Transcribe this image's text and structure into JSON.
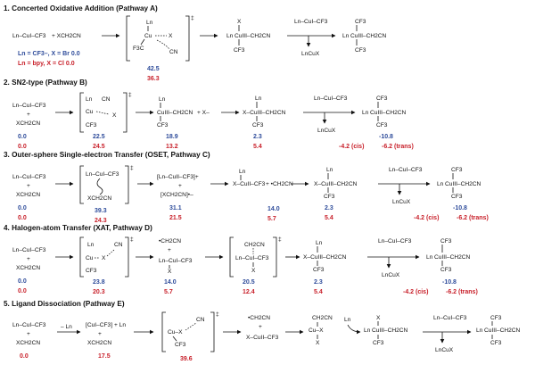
{
  "sections": [
    {
      "id": "A",
      "title": "1. Concerted Oxidative Addition (Pathway A)"
    },
    {
      "id": "B",
      "title": "2. SN2-type (Pathway B)"
    },
    {
      "id": "C",
      "title": "3. Outer-sphere Single-electron Transfer (OSET, Pathway C)"
    },
    {
      "id": "D",
      "title": "4. Halogen-atom Transfer (XAT, Pathway D)"
    },
    {
      "id": "E",
      "title": "5. Ligand Dissociation (Pathway E)"
    }
  ],
  "chem": {
    "LnCuCF3": "Ln–CuI–CF3",
    "plusXCH2CN": "+  XCH2CN",
    "XCH2CN": "XCH2CN",
    "plus": "+",
    "Ln": "Ln",
    "Cu": "Cu",
    "CuIII": "CuIII",
    "CuII": "CuII",
    "X": "X",
    "CN": "CN",
    "CF3": "CF3",
    "F3C": "F3C",
    "dagger": "‡",
    "dots": "···",
    "CH2CN": "–CH2CN",
    "CH2CNplain": "CH2CN",
    "CuIIICH2CN": "CuIII–CH2CN",
    "XCuIIICH2CN": "X–CuIII–CH2CN",
    "XCuII": "X–CuII–CF3",
    "Xminus": "+  X–",
    "LnCuX": "LnCuX",
    "LnCuIICF3": "[Ln–CuII–CF3]+",
    "XCH2CNrad": "[XCH2CN]•–",
    "radCH2CN": "•CH2CN",
    "plusRadCH2CN": "+  •CH2CN",
    "minusLn": "– Ln",
    "CuCF3minus": "[CuI–CF3]",
    "plusLn": "+  Ln",
    "CuX": "Cu–X",
    "LnCuCF3b": "Ln–CuI–CF3"
  },
  "legend": {
    "blue": "Ln = CF3–, X = Br  0.0",
    "red": "Ln = bpy,  X = Cl  0.0"
  },
  "energies": {
    "A": {
      "ts": {
        "blue": "42.5",
        "red": "36.3"
      }
    },
    "B": {
      "start": {
        "blue": "0.0",
        "red": "0.0"
      },
      "ts": {
        "blue": "22.5",
        "red": "24.5"
      },
      "int": {
        "blue": "18.9",
        "red": "13.2"
      },
      "prod": {
        "blue": "2.3",
        "red": "5.4"
      },
      "final": {
        "blue": "-10.8",
        "red_cis": "-4.2 (cis)",
        "red_trans": "-6.2 (trans)"
      }
    },
    "C": {
      "start": {
        "blue": "0.0",
        "red": "0.0"
      },
      "ts": {
        "blue": "39.3",
        "red": "24.3"
      },
      "ion": {
        "blue": "31.1",
        "red": "21.5"
      },
      "rad": {
        "blue": "14.0",
        "red": "5.7"
      },
      "prod": {
        "blue": "2.3",
        "red": "5.4"
      },
      "final": {
        "blue": "-10.8",
        "red_cis": "-4.2 (cis)",
        "red_trans": "-6.2 (trans)"
      }
    },
    "D": {
      "start": {
        "blue": "0.0",
        "red": "0.0"
      },
      "ts": {
        "blue": "23.8",
        "red": "20.3"
      },
      "rad": {
        "blue": "14.0",
        "red": "5.7"
      },
      "ts2": {
        "blue": "20.5",
        "red": "12.4"
      },
      "prod": {
        "blue": "2.3",
        "red": "5.4"
      },
      "final": {
        "blue": "-10.8",
        "red_cis": "-4.2 (cis)",
        "red_trans": "-6.2 (trans)"
      }
    },
    "E": {
      "start": {
        "red": "0.0"
      },
      "diss": {
        "red": "17.5"
      },
      "ts": {
        "red": "39.6"
      }
    }
  }
}
